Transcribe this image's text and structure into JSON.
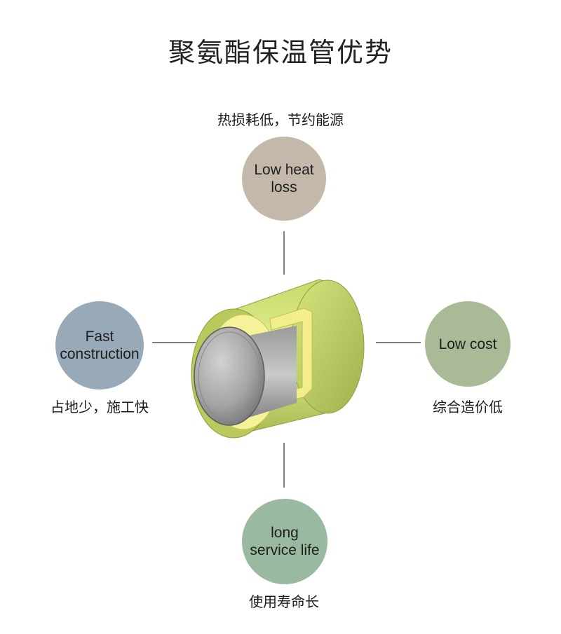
{
  "title": "聚氨酯保温管优势",
  "colors": {
    "top_circle": "#c3b8aa",
    "left_circle": "#98a9b8",
    "right_circle": "#aab996",
    "bottom_circle": "#99b9a0",
    "pipe_jacket": "#d8e77f",
    "pipe_foam": "#f5f29a",
    "pipe_steel": "#a6a6a6",
    "connector": "#7f7f7f"
  },
  "benefits": {
    "top": {
      "en": "Low heat\nloss",
      "cn": "热损耗低，节约能源"
    },
    "left": {
      "en": "Fast\nconstruction",
      "cn": "占地少，施工快"
    },
    "right": {
      "en": "Low cost",
      "cn": "综合造价低"
    },
    "bottom": {
      "en": "long\nservice life",
      "cn": "使用寿命长"
    }
  }
}
